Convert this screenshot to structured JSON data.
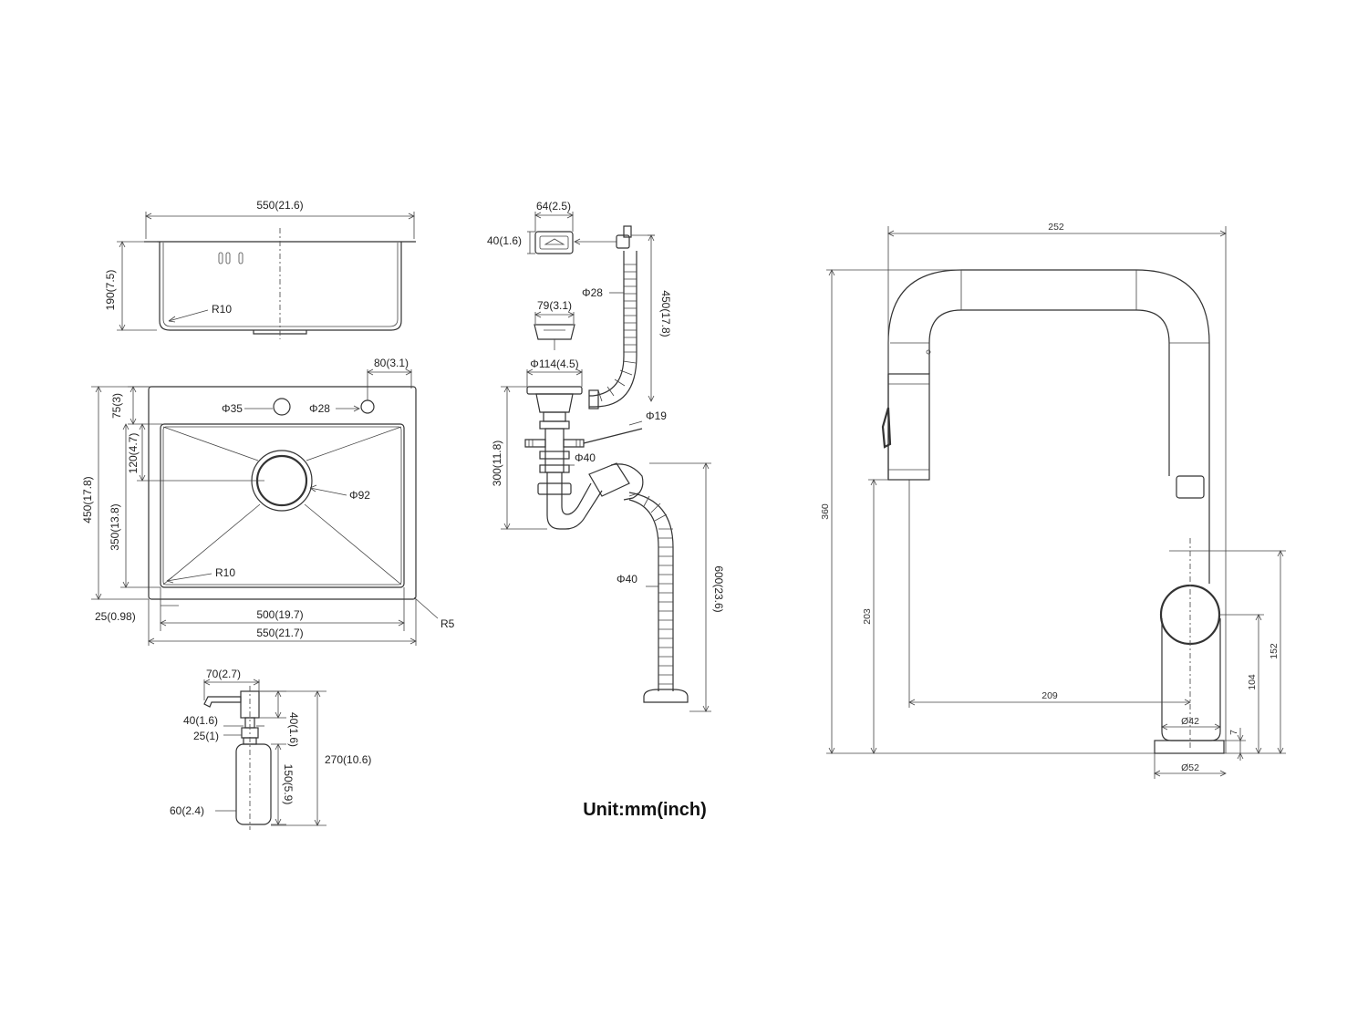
{
  "unit_label": "Unit:mm(inch)",
  "sink_side": {
    "width": "550(21.6)",
    "height": "190(7.5)",
    "radius": "R10"
  },
  "sink_top": {
    "hole_offset": "80(3.1)",
    "top_margin": "75(3)",
    "hole_a": "Φ35",
    "hole_b": "Φ28",
    "drain_offset": "120(4.7)",
    "total_height": "450(17.8)",
    "inner_height": "350(13.8)",
    "drain": "Φ92",
    "radius": "R10",
    "side_margin": "25(0.98)",
    "inner_width": "500(19.7)",
    "outer_width": "550(21.7)",
    "corner_radius": "R5"
  },
  "soap_dispenser": {
    "spout": "70(2.7)",
    "neck": "40(1.6)",
    "head_height": "40(1.6)",
    "collar": "25(1)",
    "bottle_height": "150(5.9)",
    "total_height": "270(10.6)",
    "bottle_diameter": "60(2.4)"
  },
  "drain_kit": {
    "overflow_width": "64(2.5)",
    "overflow_height": "40(1.6)",
    "overflow_hose": "Φ28",
    "hose_length": "450(17.8)",
    "strainer": "79(3.1)",
    "flange": "Φ114(4.5)",
    "side_inlet": "Φ19",
    "pipe": "Φ40",
    "trap_height": "300(11.8)",
    "outlet_hose": "Φ40",
    "outlet_length": "600(23.6)"
  },
  "faucet": {
    "reach": "252",
    "height": "360",
    "spout_height": "203",
    "spray_reach": "209",
    "lever_height": "152",
    "handle_height": "104",
    "body_diameter": "Ø42",
    "plate_thickness": "7",
    "base_diameter": "Ø52"
  }
}
